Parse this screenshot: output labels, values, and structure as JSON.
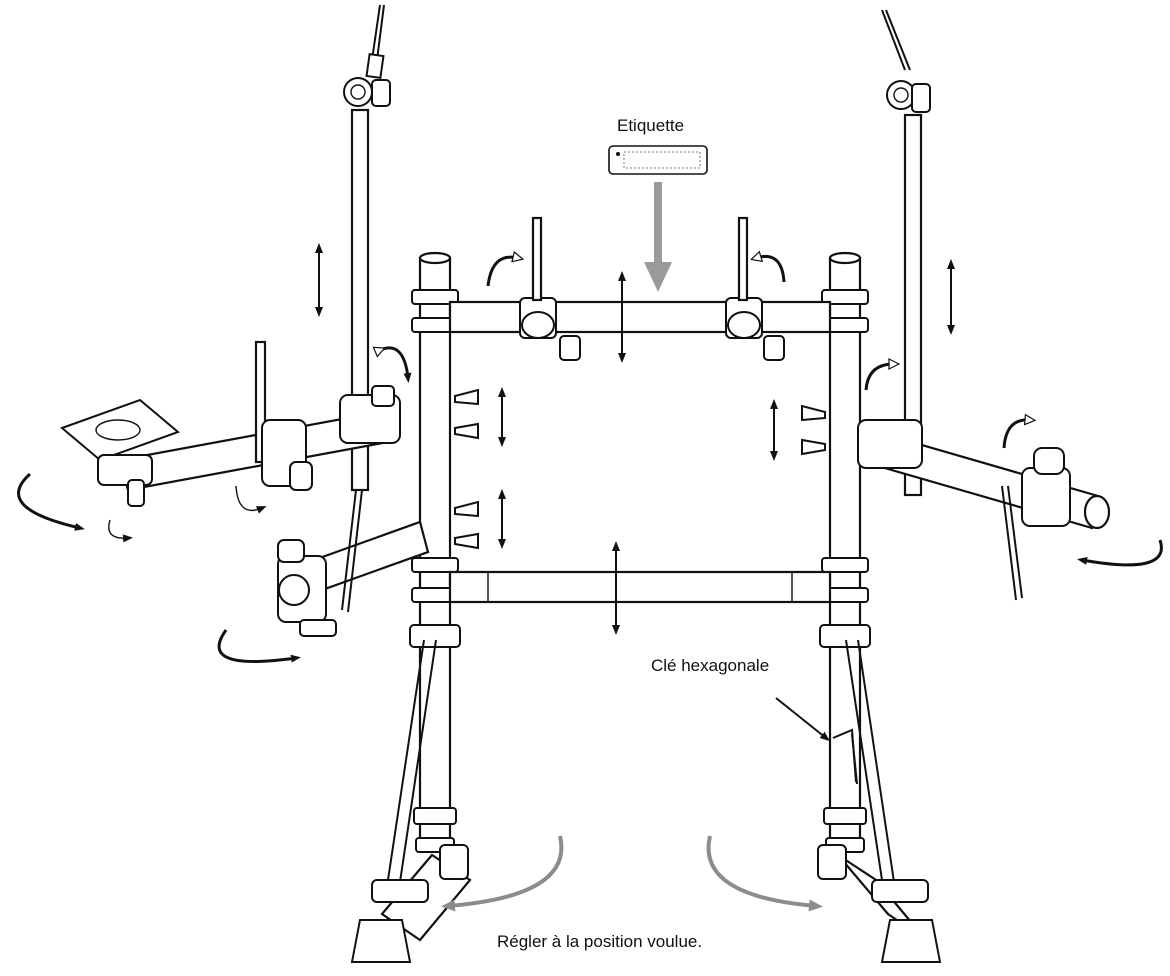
{
  "labels": {
    "sticker": "Etiquette",
    "hex_key": "Clé hexagonale",
    "adjust": "Régler à la position voulue."
  },
  "colors": {
    "line": "#111111",
    "guide_arrow": "#9a9a9a",
    "swing_arc": "#8c8c8c",
    "background": "#ffffff"
  },
  "icons": {
    "vertical_adjust": "double-arrow-vertical-icon",
    "rotate": "rotate-arrow-icon",
    "swing": "swing-arc-arrow-icon"
  }
}
